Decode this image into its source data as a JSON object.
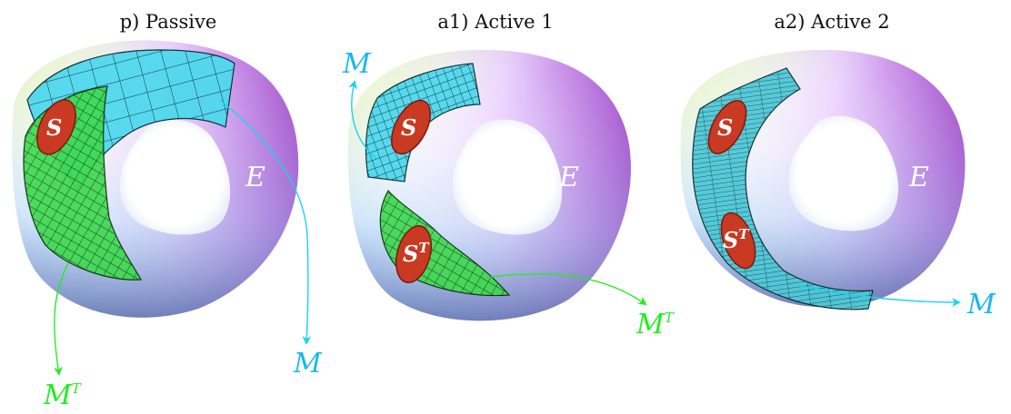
{
  "panels": [
    {
      "title": "p) Passive",
      "labels": {
        "S": "S",
        "E": "E",
        "M": "M",
        "MT": "M",
        "MT_sup": "T"
      }
    },
    {
      "title": "a1) Active 1",
      "labels": {
        "S": "S",
        "ST": "S",
        "ST_sup": "T",
        "E": "E",
        "M": "M",
        "MT": "M",
        "MT_sup": "T"
      }
    },
    {
      "title": "a2) Active 2",
      "labels": {
        "S": "S",
        "ST": "S",
        "ST_sup": "T",
        "E": "E",
        "M": "M"
      }
    }
  ],
  "colors": {
    "cyan_patch": "#4fd8ee",
    "cyan_arrow": "#18d4f0",
    "green_patch": "#3fd94f",
    "green_arrow": "#22ee22",
    "red_region": "#c83a22",
    "grid_line": "#0a2a2a",
    "label_m": "#18b8ee",
    "label_mt": "#22ee22"
  }
}
